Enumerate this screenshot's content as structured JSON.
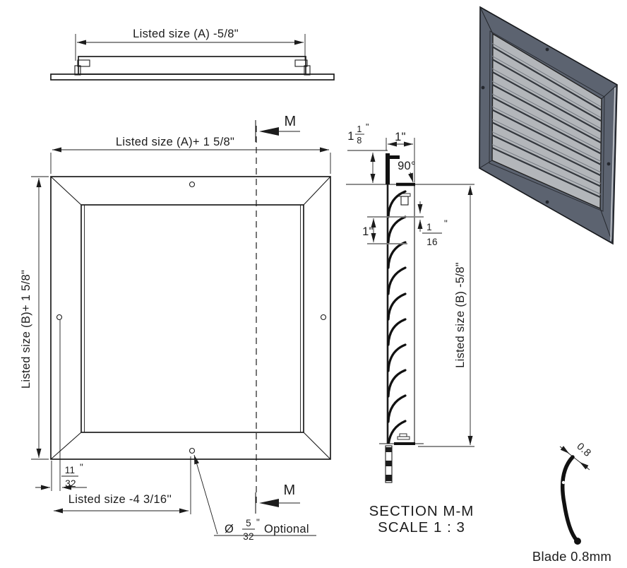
{
  "drawing": {
    "type": "louvered-grille-technical-drawing"
  },
  "colors": {
    "line": "#1c1c1c",
    "iso_frame": "#5c6370",
    "iso_frame_light": "#6a7180",
    "iso_blade": "#b3b6ba",
    "iso_blade_line": "#33373d",
    "louver_band": "#8f8f8f"
  },
  "top_view": {
    "dim_a": "Listed size (A) -5/8\""
  },
  "front_view": {
    "dim_width": "Listed size (A)+ 1 5/8\"",
    "dim_height": "Listed size (B)+ 1 5/8\"",
    "section_marker_top": "M",
    "section_marker_bottom": "M",
    "offset_frac_num": "11",
    "offset_frac_den": "32",
    "offset_unit": "\"",
    "dim_bottom": "Listed size -4 3/16''",
    "hole_note_symbol": "Ø",
    "hole_frac_num": "5",
    "hole_frac_den": "32",
    "hole_unit": "\"",
    "hole_note_suffix": "Optional"
  },
  "section_view": {
    "dim_depth_whole": "1",
    "dim_depth_num": "1",
    "dim_depth_den": "8",
    "dim_depth_unit": "\"",
    "dim_frame_width": "1\"",
    "angle_label": "90°",
    "blade_pitch": "1\"",
    "blade_gap_num": "1",
    "blade_gap_den": "16",
    "blade_gap_unit": "\"",
    "dim_height": "Listed size (B) -5/8\"",
    "title": "SECTION M-M",
    "scale": "SCALE 1 : 3"
  },
  "blade_detail": {
    "thickness": "0.8",
    "label": "Blade 0.8mm"
  }
}
